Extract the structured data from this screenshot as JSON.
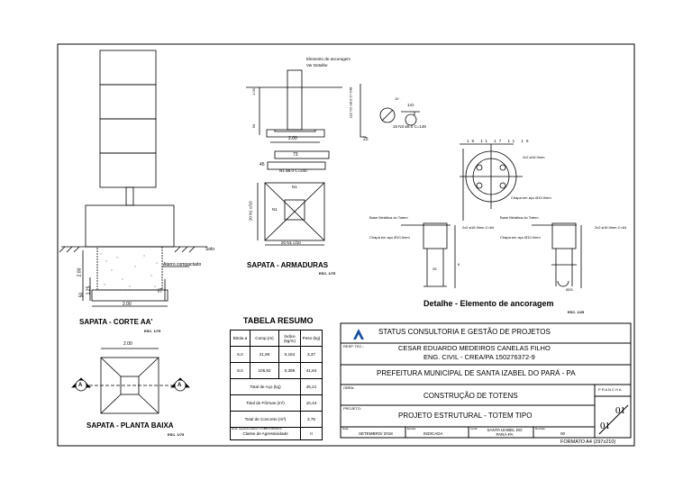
{
  "drawings": {
    "sapata_corte": {
      "title": "SAPATA - CORTE AA'",
      "scale": "ESC. 1/75",
      "solo": "Solo",
      "aterro": "Aterro compactado",
      "dim_width": "2.00",
      "dim_h1": "2.00",
      "dim_h2": "1.25",
      "dim_h3": "50",
      "dim_h4": "75"
    },
    "sapata_planta": {
      "title": "SAPATA - PLANTA BAIXA",
      "scale": "ESC. 1/75",
      "dim_width": "2.00",
      "section_mark": "A"
    },
    "sapata_armaduras": {
      "title": "SAPATA - ARMADURAS",
      "scale": "ESC. 1/75",
      "anchor_label": "Elemento de ancoragem",
      "ver_detalhe": "Ver Detalhe",
      "dim_200": "2.00",
      "n2_label": "2x2 N2 ø8.0 C=248",
      "n3_label": "15 N3 ø5.0 C=146",
      "dim_25": "25",
      "dim_73": "73",
      "dim_45": "45",
      "n1_label": "N1 ø8.0 C=240",
      "n1_grid": "20 N1 c/10",
      "n1_side": "20 N1 c/10",
      "n1_top": "N1",
      "n1_mid": "N1",
      "dim_100": "1.00",
      "dim_50": "50",
      "dim_141": "141",
      "dim_10": "10"
    },
    "detalhe": {
      "title": "Detalhe - Elemento de ancoragem",
      "scale": "ESC. 1/25",
      "bolt_label": "2x2 ø16.0mm",
      "chapa_label": "Chapa em aço Ø10.0mm",
      "base_left": "Base Metálica do Totem",
      "base_right": "Base Metálica do Totem",
      "bolt_left": "2x2 ø16.0mm C=64",
      "bolt_right": "2x2 ø16.0mm C=64",
      "chapa_left": "Chapa em aço Ø10.0mm",
      "chapa_right": "Chapa em aço Ø10.0mm",
      "dims_top": [
        "15",
        "11",
        "17",
        "11",
        "15"
      ],
      "dim_25": "25",
      "dim_6": "6",
      "dim_cr": "Ø25"
    }
  },
  "tabela": {
    "title": "TABELA RESUMO",
    "headers": [
      "Bitola ø",
      "Comp.(m)",
      "Índice (kg/m)",
      "Peso (kg)"
    ],
    "rows": [
      [
        "5.0",
        "21,90",
        "0,154",
        "3,37"
      ],
      [
        "8.0",
        "105,92",
        "0,395",
        "41,84"
      ]
    ],
    "total_aco_label": "Total de Aço (kg)",
    "total_aco": "45,21",
    "total_formas_label": "Total de Fôrmas (m²)",
    "total_formas": "10,44",
    "total_concreto_label": "Total de Concreto (m³)",
    "total_concreto": "3,75",
    "classe_label": "Classe de Agressividade",
    "classe": "II",
    "note": "Nota: segundo tabela 7.2 NBR 6118/2014"
  },
  "carimbo": {
    "empresa": "STATUS CONSULTORIA E GESTÃO DE PROJETOS",
    "resp_label": "RESP. TEC.:",
    "resp_nome": "CESAR EDUARDO MEDEIROS CANELAS FILHO",
    "resp_reg": "ENG. CIVIL - CREA/PA 150276372-9",
    "cliente": "PREFEITURA MUNICIPAL DE SANTA IZABEL DO PARÁ - PA",
    "obra_label": "OBRA:",
    "obra": "CONSTRUÇÃO DE TOTENS",
    "projeto_label": "PROJETO:",
    "projeto": "PROJETO ESTRUTURAL - TOTEM TIPO",
    "prancha_label": "P R A N C H A",
    "prancha_num": "01",
    "prancha_total": "01",
    "data_label": "Data:",
    "data": "SETEMBRO/ 2018",
    "escala_label": "Escala:",
    "escala": "INDICADA",
    "local_label": "Local:",
    "local": "SANTA IZABEL DO PARÁ-PA",
    "revisao_label": "Revisão:",
    "revisao": "00",
    "formato": "FORMATO A4 (297x210)"
  }
}
